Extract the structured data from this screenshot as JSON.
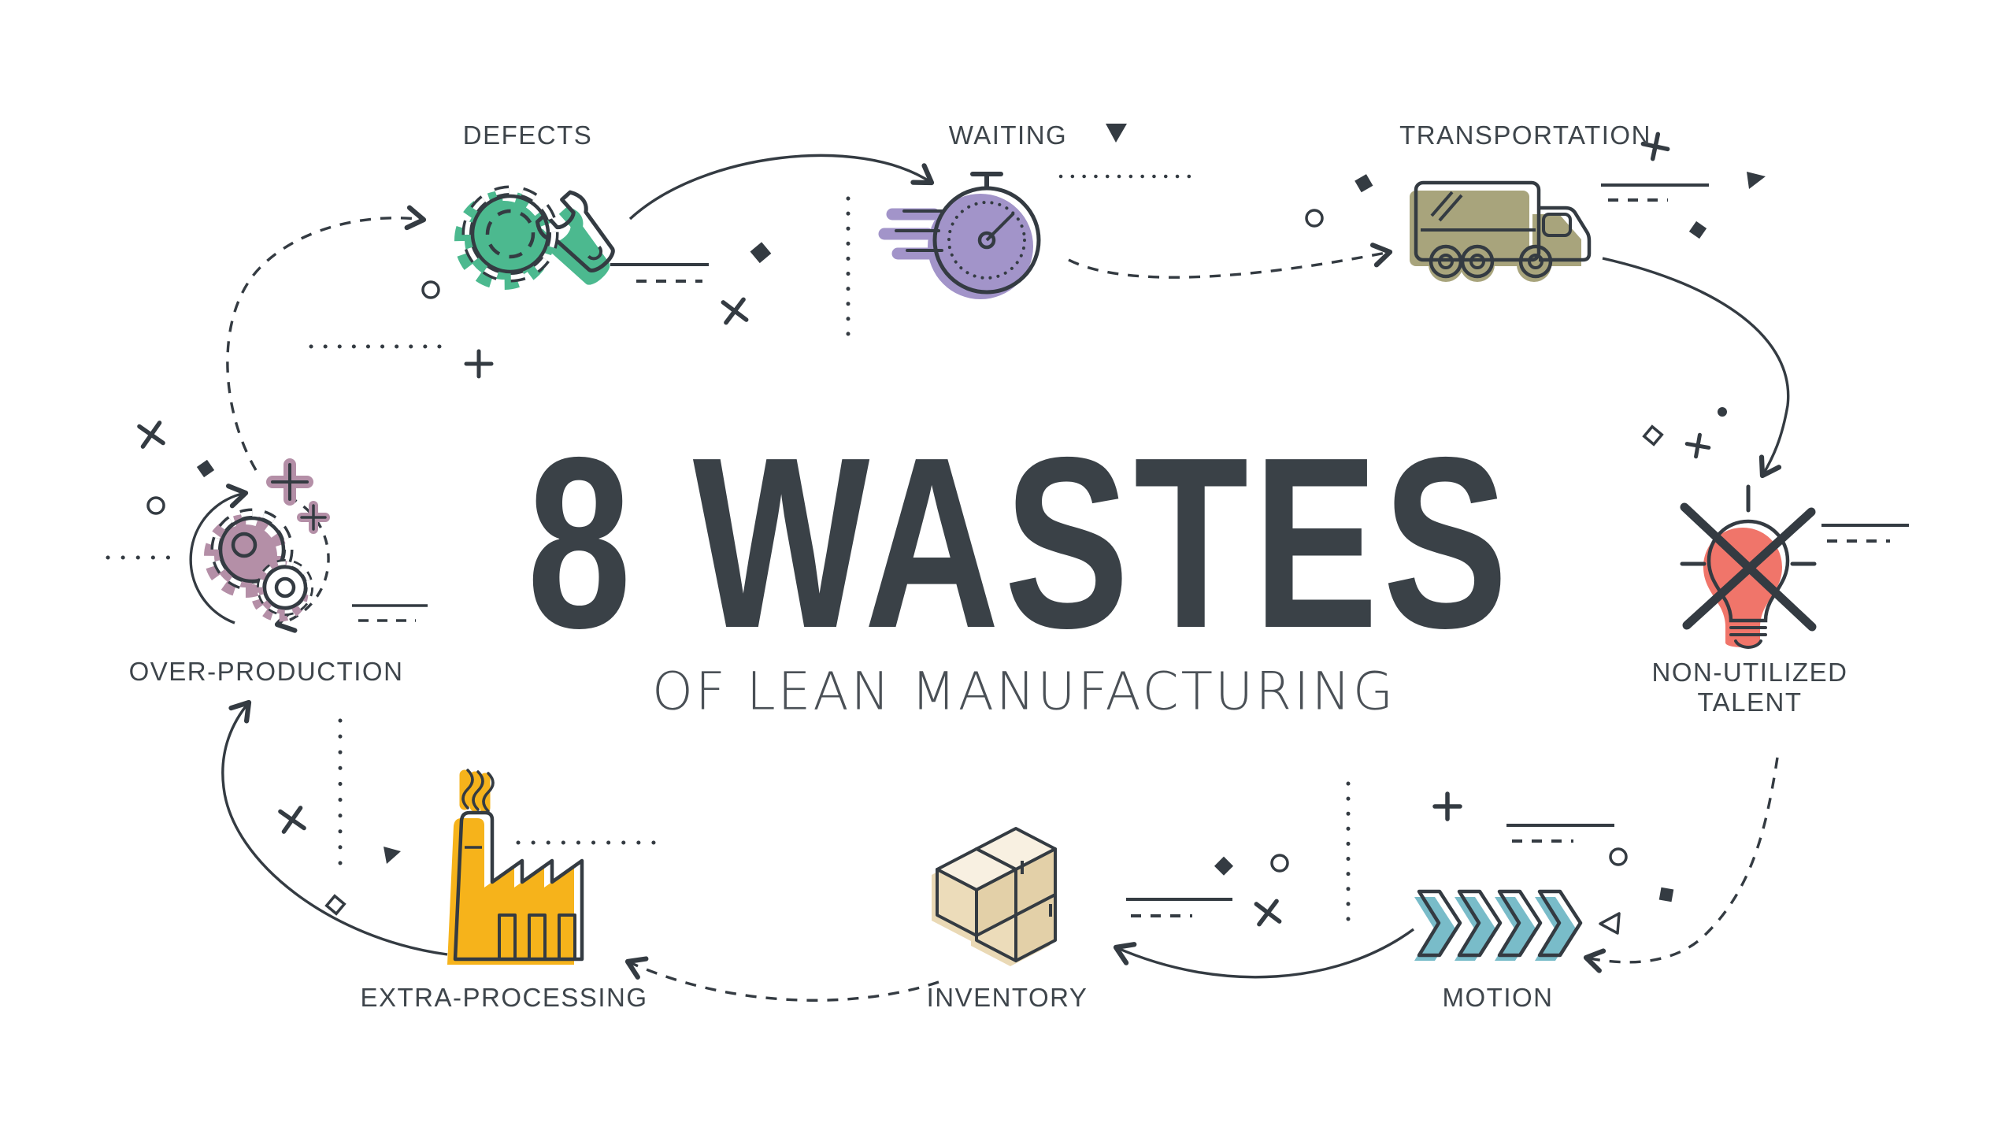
{
  "title": {
    "main": "8 WASTES",
    "subtitle": "OF LEAN MANUFACTURING"
  },
  "theme": {
    "ink": "#343b42",
    "label_color": "#3e454b",
    "title_color": "#3a4147",
    "background": "#ffffff"
  },
  "nodes": [
    {
      "id": "defects",
      "label": "DEFECTS",
      "color": "#4cb98f",
      "icon": "gear-wrench-icon"
    },
    {
      "id": "waiting",
      "label": "WAITING",
      "color": "#a294c9",
      "icon": "stopwatch-icon"
    },
    {
      "id": "transportation",
      "label": "TRANSPORTATION",
      "color": "#a8a47c",
      "icon": "truck-icon"
    },
    {
      "id": "non-utilized-talent",
      "label": "NON-UTILIZED TALENT",
      "color": "#f0756a",
      "icon": "crossed-lightbulb-icon"
    },
    {
      "id": "motion",
      "label": "MOTION",
      "color": "#79bcc9",
      "icon": "chevrons-icon"
    },
    {
      "id": "inventory",
      "label": "INVENTORY",
      "color": "#ead9b5",
      "icon": "boxes-icon"
    },
    {
      "id": "extra-processing",
      "label": "EXTRA-PROCESSING",
      "color": "#f6b31b",
      "icon": "factory-icon"
    },
    {
      "id": "over-production",
      "label": "OVER-PRODUCTION",
      "color": "#b48fa7",
      "icon": "gears-icon"
    }
  ],
  "connectors": [
    {
      "from": "over-production",
      "to": "defects",
      "style": "dashed"
    },
    {
      "from": "defects",
      "to": "waiting",
      "style": "solid"
    },
    {
      "from": "waiting",
      "to": "transportation",
      "style": "dashed"
    },
    {
      "from": "transportation",
      "to": "non-utilized-talent",
      "style": "solid"
    },
    {
      "from": "non-utilized-talent",
      "to": "motion",
      "style": "dashed"
    },
    {
      "from": "motion",
      "to": "inventory",
      "style": "solid"
    },
    {
      "from": "inventory",
      "to": "extra-processing",
      "style": "dashed"
    },
    {
      "from": "extra-processing",
      "to": "over-production",
      "style": "solid"
    }
  ]
}
